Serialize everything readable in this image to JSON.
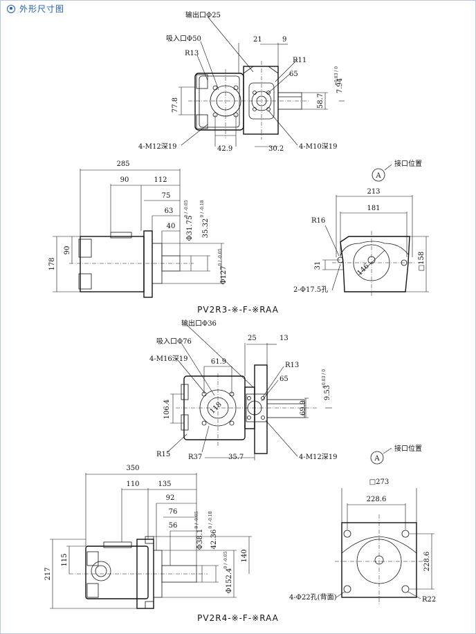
{
  "header": {
    "title": "外形尺寸图"
  },
  "pv2r3": {
    "title": "PV2R3-※-F-※RAA",
    "port_label": "A",
    "port_position": "接口位置",
    "labels": {
      "outlet": "输出口Φ25",
      "inlet": "吸入口Φ50",
      "r13": "R13",
      "r11": "R11",
      "d65": "65",
      "d21": "21",
      "d9": "9",
      "d77_8": "77.8",
      "d58_7": "58.7",
      "d7_94": "7.94",
      "tol_7_94": "+0.03 / 0",
      "d42_9": "42.9",
      "d30_2": "30.2",
      "m12": "4-M12深19",
      "m10": "4-M10深19",
      "d285": "285",
      "d90": "90",
      "d112": "112",
      "d75": "75",
      "d63": "63",
      "d40": "40",
      "phi31_75": "Φ31.75",
      "tol_31_75": "0 / -0.05",
      "d35_32": "35.32",
      "tol_35_32": "0 / -0.18",
      "phi127": "Φ127",
      "tol_127": "0 / -0.05",
      "d178": "178",
      "d90v": "90",
      "d213": "213",
      "d181": "181",
      "r16": "R16",
      "d31": "31",
      "d146": "146",
      "sq158": "□158",
      "holes": "2-Φ17.5孔"
    }
  },
  "pv2r4": {
    "title": "PV2R4-※-F-※RAA",
    "port_label": "A",
    "port_position": "接口位置",
    "labels": {
      "outlet": "输出口Φ36",
      "inlet": "吸入口Φ76",
      "m16": "4-M16深19",
      "d61_9": "61.9",
      "d25": "25",
      "d13": "13",
      "r13": "R13",
      "d65": "65",
      "d9_53": "9.53",
      "tol_9_53": "+0.03 / 0",
      "d106_4": "106.4",
      "d118": "118",
      "d69_9": "69.9",
      "r15": "R15",
      "r37": "R37",
      "d35_7": "35.7",
      "m12": "4-M12深19",
      "d350": "350",
      "d110": "110",
      "d135": "135",
      "d92": "92",
      "d76": "76",
      "d56": "56",
      "phi38_1": "Φ38.1",
      "tol_38_1": "0 / -0.05",
      "d42_36": "42.36",
      "tol_42_36": "0 / -0.18",
      "phi152_4": "Φ152.4",
      "tol_152_4": "0 / -0.05",
      "d140": "140",
      "d115": "115",
      "d217": "217",
      "sq273": "□273",
      "d228_6": "228.6",
      "d228_6v": "228.6",
      "holes": "4-Φ22孔(背面)",
      "r22": "R22"
    }
  }
}
